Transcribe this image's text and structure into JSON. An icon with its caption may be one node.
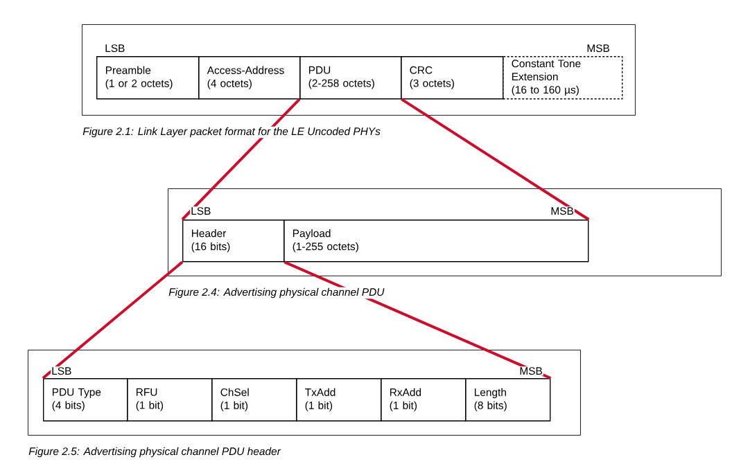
{
  "diagram": {
    "nodes": [
      {
        "text": [],
        "shape": "box"
      },
      {
        "text": [
          "Preamble",
          "(1 or 2 octets)"
        ],
        "in": 0
      },
      {
        "text": [
          "Access-Address",
          "(4 octets)"
        ],
        "in": 0
      },
      {
        "text": [
          "PDU",
          "(2-258 octets)"
        ],
        "in": 0
      },
      {
        "text": [
          "CRC",
          "(3 octets)"
        ],
        "in": 0
      },
      {
        "text": [
          "Constant Tone Extension",
          "(16 to 160 µs)"
        ],
        "in": 0
      },
      {
        "text": [],
        "shape": "box"
      },
      {
        "text": [
          "Header",
          "(16 bits)"
        ],
        "in": 6
      },
      {
        "text": [
          "Payload",
          "(1-255 octets)"
        ],
        "in": 6
      },
      {
        "text": [],
        "shape": "box"
      },
      {
        "text": [
          "PDU Type",
          "(4 bits)"
        ],
        "in": 9
      },
      {
        "text": [
          "RFU",
          "(1 bit)"
        ],
        "in": 9
      },
      {
        "text": [
          "ChSel",
          "(1 bit)"
        ],
        "in": 9
      },
      {
        "text": [
          "TxAdd",
          "(1 bit)"
        ],
        "in": 9
      },
      {
        "text": [
          "RxAdd",
          "(1 bit)"
        ],
        "in": 9
      },
      {
        "text": [
          "Length",
          "(8 bits)"
        ],
        "in": 9
      }
    ],
    "edges": [
      {
        "from": 3,
        "to": 7,
        "arrow": "none"
      },
      {
        "from": 3,
        "to": 8,
        "arrow": "none"
      },
      {
        "from": 7,
        "to": 10,
        "arrow": "none"
      },
      {
        "from": 7,
        "to": 15,
        "arrow": "none"
      }
    ],
    "labels": [
      "LSB",
      "MSB",
      "Figure 2.1:  Link Layer packet format for the LE Uncoded PHYs",
      "LSB",
      "MSB",
      "Figure 2.4:  Advertising physical channel PDU",
      "LSB",
      "MSB",
      "Figure 2.5:  Advertising physical channel PDU header"
    ]
  }
}
